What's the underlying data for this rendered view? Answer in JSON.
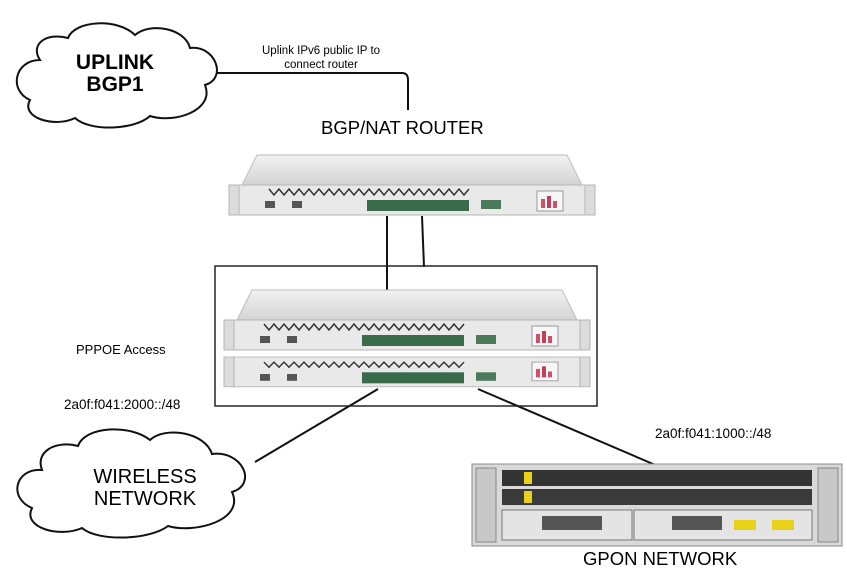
{
  "uplink_cloud": {
    "line1": "UPLINK",
    "line2": "BGP1"
  },
  "uplink_note": {
    "line1": "Uplink IPv6 public IP to",
    "line2": "connect router"
  },
  "router_title": "BGP/NAT ROUTER",
  "pppoe_label": "PPPOE Access",
  "wireless_prefix": "2a0f:f041:2000::/48",
  "wireless_cloud": {
    "line1": "WIRELESS",
    "line2": "NETWORK"
  },
  "gpon_prefix": "2a0f:f041:1000::/48",
  "gpon_title": "GPON NETWORK",
  "colors": {
    "line": "#111111",
    "device_body": "#e6e6e6",
    "port_green": "#3a6b4a",
    "olt_body": "#d9d9d9",
    "olt_card": "#333333",
    "olt_accent": "#e8d21a"
  }
}
